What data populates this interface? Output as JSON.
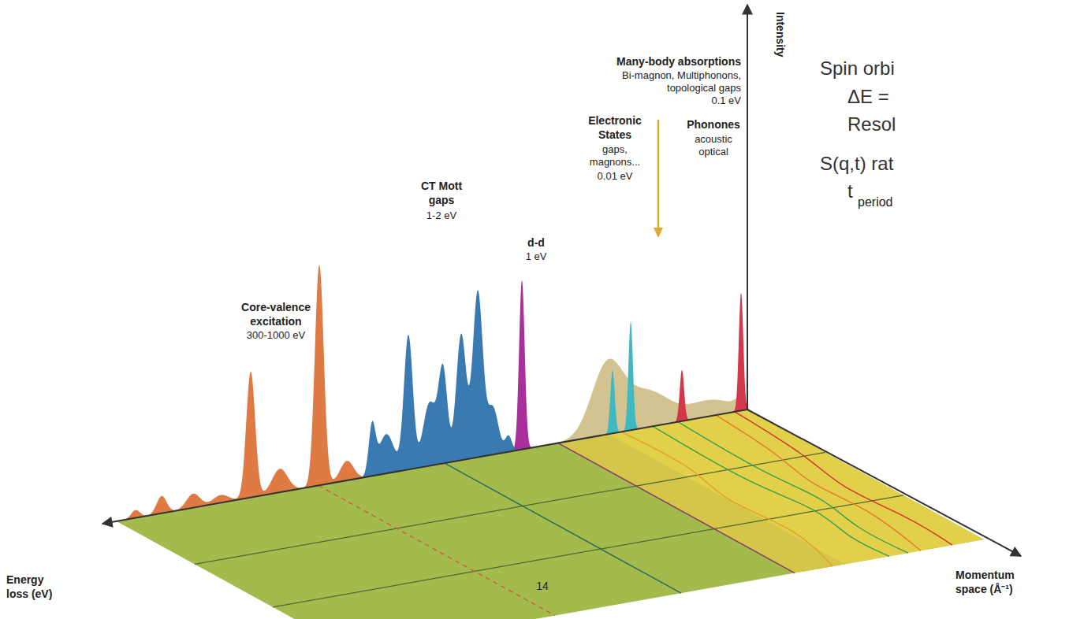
{
  "diagram": {
    "labels": [
      "Many-body absorptions",
      "Bi-magnon, Multiphonons, topological gaps",
      "0.1 eV",
      "Intensity",
      "Spin orbi",
      "ΔE =",
      "Resol",
      "Electronic States",
      "Phonones",
      "gaps, magnons...",
      "acoustic optical",
      "0.01 eV",
      "S(q,t) rat",
      "t",
      "period",
      "CT Mott gaps",
      "1-2 eV",
      "d-d",
      "1 eV",
      "Core-valence excitation",
      "300-1000 eV",
      "Energy loss (eV)",
      "Momentum space (Å⁻¹)",
      "14"
    ]
  }
}
